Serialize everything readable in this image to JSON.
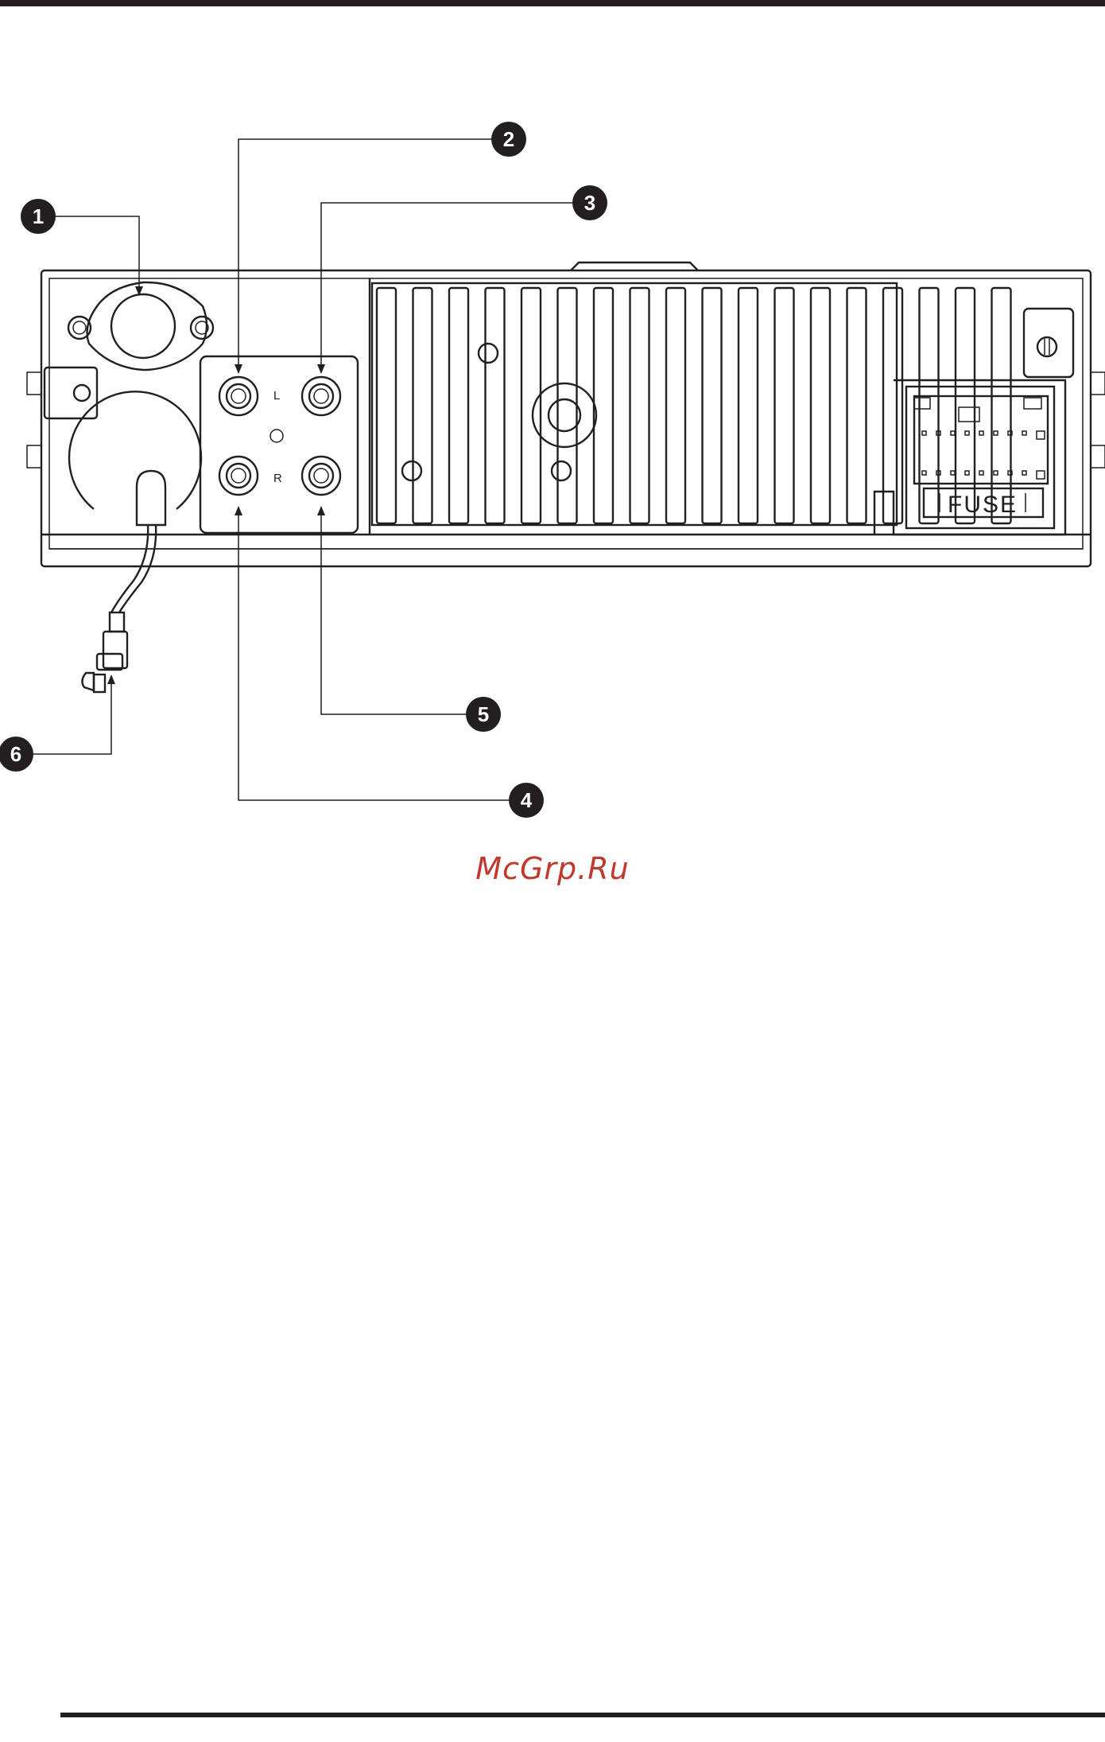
{
  "callouts": [
    {
      "id": "c1",
      "label": "1"
    },
    {
      "id": "c2",
      "label": "2"
    },
    {
      "id": "c3",
      "label": "3"
    },
    {
      "id": "c4",
      "label": "4"
    },
    {
      "id": "c5",
      "label": "5"
    },
    {
      "id": "c6",
      "label": "6"
    }
  ],
  "jack_labels": {
    "left": "L",
    "right": "R"
  },
  "fuse_label": "FUSE",
  "watermark": "McGrp.Ru",
  "colors": {
    "ink": "#231f20",
    "watermark": "#c0392b",
    "callout_fill": "#231f20"
  }
}
